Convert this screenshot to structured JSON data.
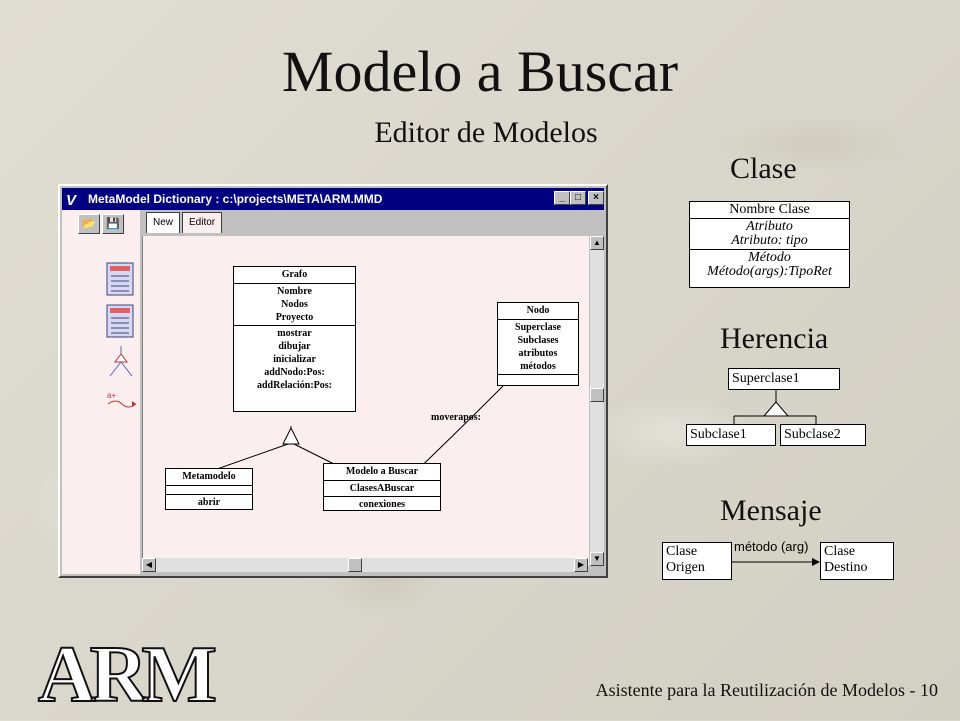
{
  "slide": {
    "title": "Modelo a Buscar",
    "subtitle": "Editor de Modelos",
    "footer": "Asistente para la Reutilización de Modelos - 10",
    "logo": "ARM"
  },
  "window": {
    "title": "MetaModel Dictionary : c:\\projects\\META\\ARM.MMD",
    "buttons": [
      "_",
      "□",
      "×"
    ],
    "tabs": [
      "New",
      "Editor"
    ],
    "palette_icons": [
      "class-tool-icon",
      "class-tool-icon",
      "inheritance-tool-icon",
      "message-tool-icon"
    ]
  },
  "diagram": {
    "grafo": {
      "name": "Grafo",
      "attributes": [
        "Nombre",
        "Nodos",
        "Proyecto"
      ],
      "methods": [
        "mostrar",
        "dibujar",
        "inicializar",
        "addNodo:Pos:",
        "addRelación:Pos:"
      ]
    },
    "nodo": {
      "name": "Nodo",
      "attributes": [
        "Superclase",
        "Subclases",
        "atributos",
        "métodos"
      ]
    },
    "metamodelo": {
      "name": "Metamodelo",
      "attributes": [
        ""
      ],
      "methods": [
        "abrir"
      ]
    },
    "modelo": {
      "name": "Modelo a Buscar",
      "attributes": [
        "ClasesABuscar"
      ],
      "methods": [
        "conexiones"
      ]
    },
    "message": "moverapos:"
  },
  "legend": {
    "clase": {
      "label": "Clase",
      "name": "Nombre Clase",
      "attributes": [
        "Atributo",
        "Atributo: tipo"
      ],
      "methods": [
        "Método",
        "Método(args):TipoRet"
      ]
    },
    "herencia": {
      "label": "Herencia",
      "superclass": "Superclase1",
      "subclasses": [
        "Subclase1",
        "Subclase2"
      ]
    },
    "mensaje": {
      "label": "Mensaje",
      "origin": [
        "Clase",
        "Origen"
      ],
      "destination": [
        "Clase",
        "Destino"
      ],
      "message": "método (arg)"
    }
  }
}
